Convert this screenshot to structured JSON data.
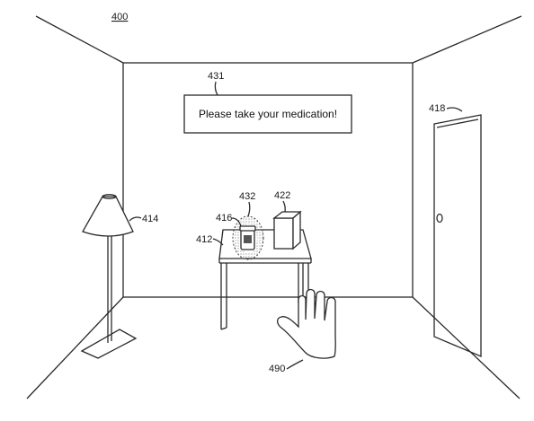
{
  "figure": {
    "figure_number": "400",
    "message_text": "Please take your medication!",
    "labels": {
      "message_display": "431",
      "door": "418",
      "lamp": "414",
      "highlight": "432",
      "box": "422",
      "pill_bottle": "416",
      "table": "412",
      "hand": "490"
    }
  }
}
